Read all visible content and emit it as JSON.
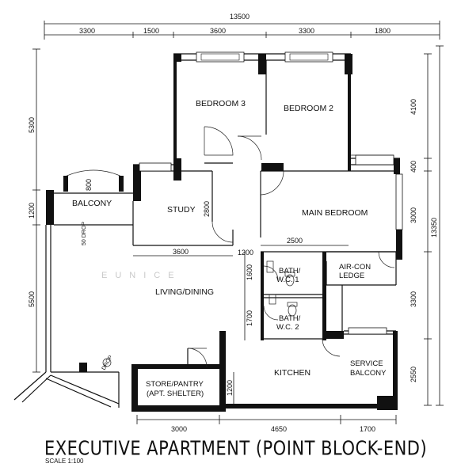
{
  "title": "EXECUTIVE APARTMENT (POINT BLOCK-END)",
  "scale": "SCALE 1:100",
  "watermark": "EUNICE",
  "dimensions": {
    "top_total": "13500",
    "top": [
      "3300",
      "1500",
      "3600",
      "3300",
      "1800"
    ],
    "right_total": "13350",
    "right": [
      "4100",
      "400",
      "3000",
      "3300",
      "2550"
    ],
    "left": [
      "5300",
      "1200",
      "5500"
    ],
    "bottom": [
      "3000",
      "4650",
      "1700"
    ],
    "study_width": "3600",
    "study_height": "2800",
    "balcony_depth": "800",
    "main_bed_width": "2500",
    "bath1_height": "1600",
    "bath2_height": "1700",
    "store_height": "1200",
    "corridor_1200": "1200"
  },
  "rooms": {
    "bedroom3": "BEDROOM 3",
    "bedroom2": "BEDROOM 2",
    "study": "STUDY",
    "balcony": "BALCONY",
    "main_bedroom": "MAIN BEDROOM",
    "living_dining": "LIVING/DINING",
    "bath1_line1": "BATH/",
    "bath1_line2": "W.C. 1",
    "bath2_line1": "BATH/",
    "bath2_line2": "W.C. 2",
    "aircon_line1": "AIR-CON",
    "aircon_line2": "LEDGE",
    "kitchen": "KITCHEN",
    "store_line1": "STORE/PANTRY",
    "store_line2": "(APT. SHELTER)",
    "service_line1": "SERVICE",
    "service_line2": "BALCONY"
  },
  "notes": {
    "drop_left": "50 DROP",
    "drop_lower": "DROP"
  }
}
